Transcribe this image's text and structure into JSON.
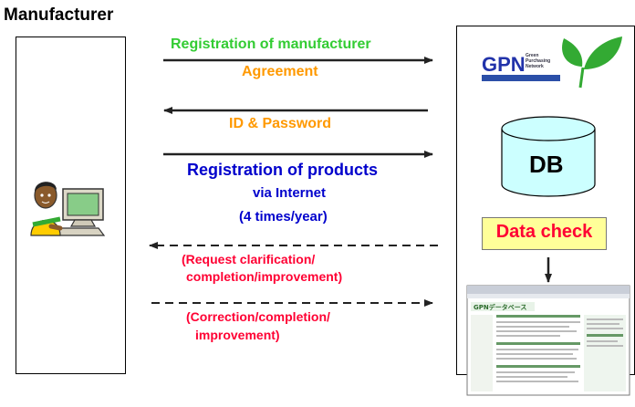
{
  "title": "Manufacturer",
  "arrow_labels": {
    "registration_manufacturer": "Registration of  manufacturer",
    "agreement": "Agreement",
    "id_password": "ID & Password",
    "registration_products": "Registration of products",
    "via_internet": "via Internet",
    "times_per_year": "(4 times/year)",
    "request_line1": "(Request clarification/",
    "request_line2": "completion/improvement)",
    "correction_line1": "(Correction/completion/",
    "correction_line2": "improvement)"
  },
  "right_panel": {
    "logo_text": "GPN",
    "logo_small_lines": [
      "Green",
      "Purchasing",
      "Network"
    ],
    "db_label": "DB",
    "data_check_label": "Data check",
    "screenshot_title": "GPNデータベース"
  },
  "colors": {
    "green": "#33cc33",
    "orange": "#ff9900",
    "blue": "#0000cc",
    "red": "#ff0033",
    "db_fill": "#ccffff",
    "check_fill": "#ffff99"
  }
}
